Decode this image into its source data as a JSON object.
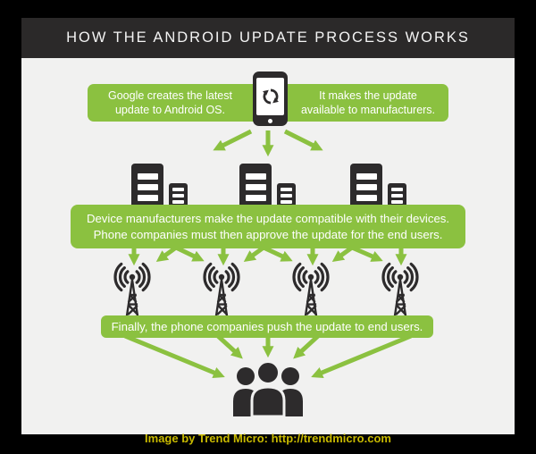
{
  "title": "HOW THE ANDROID UPDATE PROCESS WORKS",
  "colors": {
    "green": "#8bc140",
    "dark_icon": "#2d2b2c",
    "header_bg": "#2b2929",
    "panel_bg": "#f1f1f0",
    "footer_text": "#c9ba00"
  },
  "flow": {
    "google_creates": {
      "line1": "Google creates the latest",
      "line2": "update to Android OS."
    },
    "makes_available": {
      "line1": "It makes the update",
      "line2": "available to manufacturers."
    },
    "manufacturers_banner": {
      "line1": "Device manufacturers make the update compatible with their devices.",
      "line2": "Phone companies must then approve the update for the end users."
    },
    "carriers_banner": {
      "line1": "Finally, the phone companies push the update to end users."
    }
  },
  "icons": {
    "phone": "smartphone-refresh-icon",
    "building": "manufacturer-buildings-icon",
    "tower": "cell-tower-icon",
    "users": "end-users-icon"
  },
  "footer": {
    "attribution": "Image by Trend Micro: http://trendmicro.com"
  }
}
